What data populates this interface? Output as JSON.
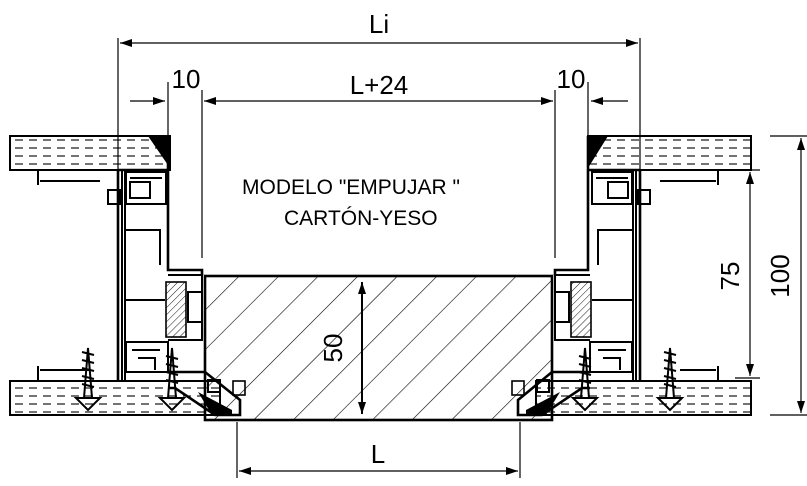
{
  "dimensions": {
    "overall_width": "Li",
    "left_gap": "10",
    "opening_width": "L+24",
    "right_gap": "10",
    "frame_height": "75",
    "total_height": "100",
    "panel_thickness": "50",
    "panel_width": "L"
  },
  "model": {
    "line1": "MODELO \"EMPUJAR \"",
    "line2": "CARTÓN-YESO"
  }
}
